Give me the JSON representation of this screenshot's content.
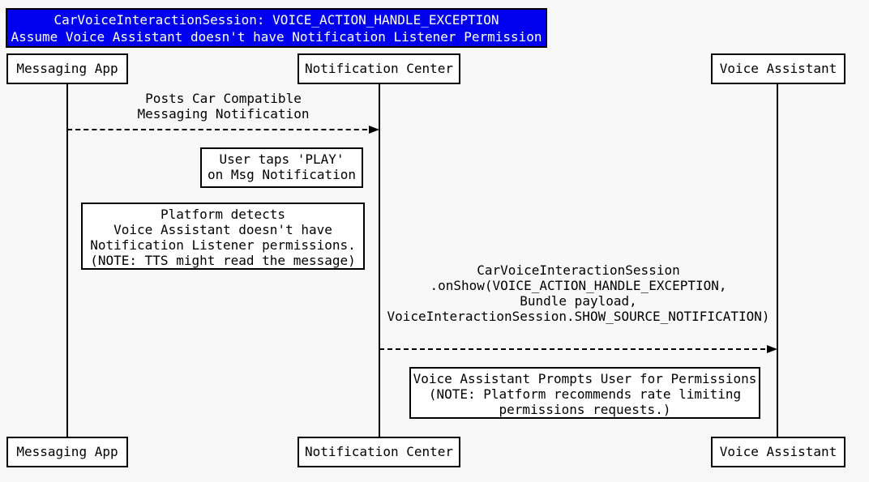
{
  "colors": {
    "background": "#f8f8f8",
    "title_fill": "#0000ee",
    "title_text": "#ffffff",
    "line": "#000000",
    "box_fill": "#ffffff"
  },
  "title": {
    "lines": [
      "CarVoiceInteractionSession: VOICE_ACTION_HANDLE_EXCEPTION",
      "Assume Voice Assistant doesn't have Notification Listener Permission"
    ]
  },
  "actors": [
    {
      "name": "Messaging App"
    },
    {
      "name": "Notification Center"
    },
    {
      "name": "Voice Assistant"
    }
  ],
  "messages": [
    {
      "from": "Messaging App",
      "to": "Notification Center",
      "arrow_style": "dashed",
      "lines": [
        "Posts Car Compatible",
        "Messaging Notification"
      ]
    },
    {
      "from": "Notification Center",
      "to": "Voice Assistant",
      "arrow_style": "dashed",
      "lines": [
        "CarVoiceInteractionSession",
        ".onShow(VOICE_ACTION_HANDLE_EXCEPTION,",
        "Bundle payload,",
        "VoiceInteractionSession.SHOW_SOURCE_NOTIFICATION)"
      ]
    }
  ],
  "notes": [
    {
      "lines": [
        "User taps 'PLAY'",
        "on Msg Notification"
      ]
    },
    {
      "lines": [
        "Platform detects",
        "Voice Assistant doesn't have",
        "Notification Listener permissions.",
        "(NOTE: TTS might read the message)"
      ]
    },
    {
      "lines": [
        "Voice Assistant Prompts User for Permissions",
        "(NOTE: Platform recommends rate limiting",
        "permissions requests.)"
      ]
    }
  ]
}
